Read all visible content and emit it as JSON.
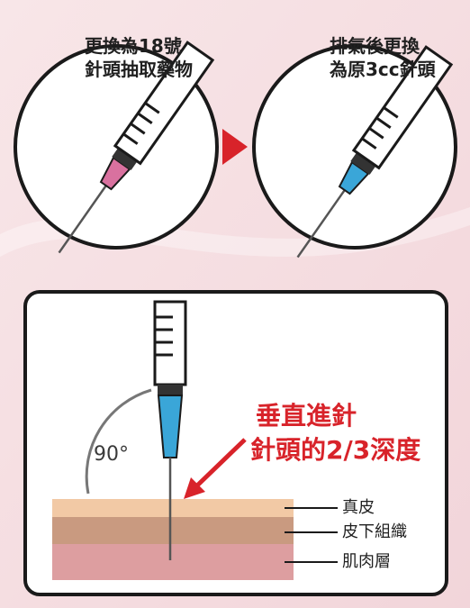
{
  "steps": [
    {
      "label_lines": [
        "更換為18號",
        "針頭抽取藥物"
      ],
      "needle_hub_color": "#d9719f"
    },
    {
      "label_lines": [
        "排氣後更換",
        "為原3cc針頭"
      ],
      "needle_hub_color": "#3aa6d8"
    }
  ],
  "injection": {
    "angle_label": "90°",
    "instruction_lines": [
      "垂直進針",
      "針頭的2/3深度"
    ],
    "needle_hub_color": "#3aa6d8",
    "arrow_color": "#d8232a"
  },
  "layers": [
    {
      "name": "真皮",
      "color": "#f2c9a5"
    },
    {
      "name": "皮下組織",
      "color": "#c99a80"
    },
    {
      "name": "肌肉層",
      "color": "#dd9ea0"
    }
  ],
  "colors": {
    "background": "#f6dfe2",
    "outline": "#1a1a1a",
    "accent": "#d8232a"
  }
}
